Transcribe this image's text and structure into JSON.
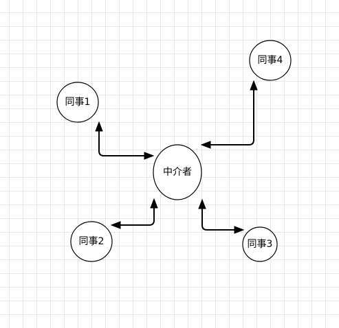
{
  "diagram": {
    "mediator": {
      "label": "中介者"
    },
    "colleague1": {
      "label": "同事1"
    },
    "colleague2": {
      "label": "同事2"
    },
    "colleague3": {
      "label": "同事3"
    },
    "colleague4": {
      "label": "同事4"
    }
  },
  "colors": {
    "grid": "#e6e6e6",
    "stroke": "#000000",
    "fill": "#ffffff"
  }
}
